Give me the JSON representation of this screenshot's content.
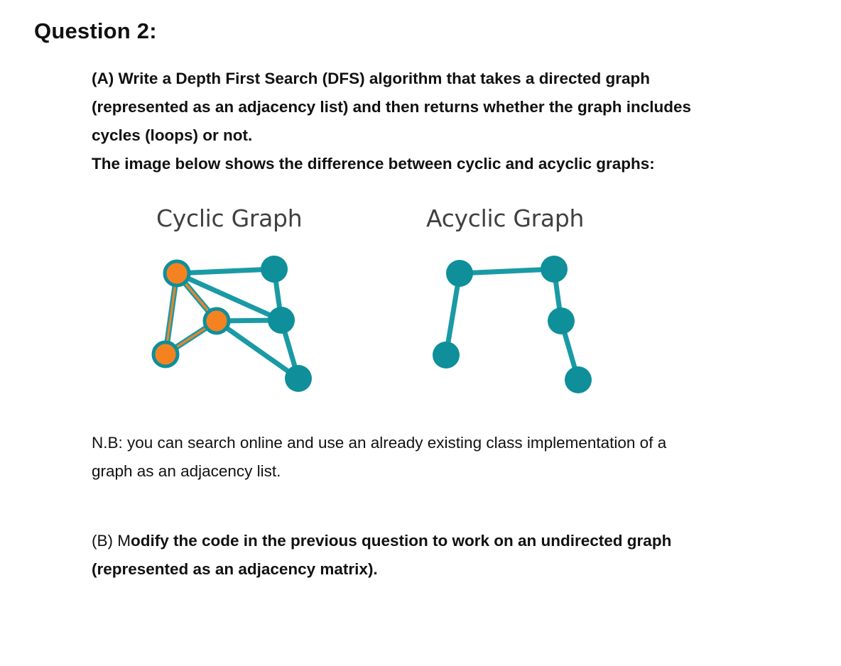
{
  "question": {
    "title": "Question 2:"
  },
  "part_a": {
    "line1": "(A) Write a Depth First Search (DFS) algorithm that takes a directed graph",
    "line2": "(represented as an adjacency list) and then returns whether the graph includes",
    "line3": "cycles (loops) or not.",
    "line4": "The image below shows the difference between cyclic and acyclic graphs:"
  },
  "figure": {
    "cyclic_title": "Cyclic Graph",
    "acyclic_title": "Acyclic Graph",
    "colors": {
      "node": "#0e8f9a",
      "cycle_node": "#f58220",
      "edge": "#1a9aa5",
      "cycle_edge": "#b57a2a"
    }
  },
  "nb": {
    "line1": "N.B: you can search online and use an already existing class implementation of a",
    "line2": "graph as an adjacency list."
  },
  "part_b": {
    "prefix": "(B) M",
    "line1_rest": "odify the code in the previous question to work on an undirected graph",
    "line2": "(represented as an adjacency matrix)."
  }
}
